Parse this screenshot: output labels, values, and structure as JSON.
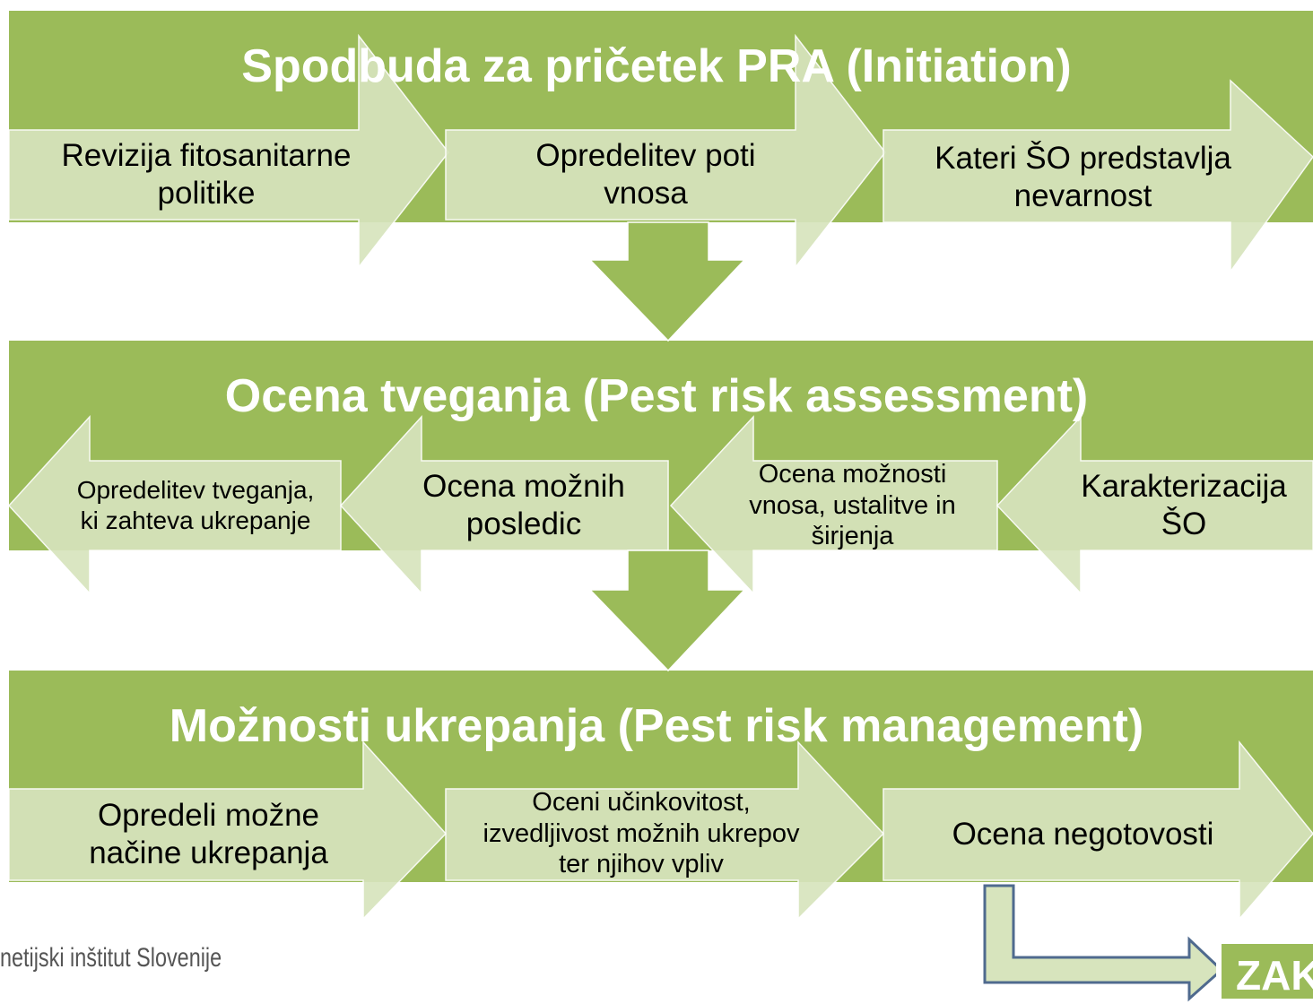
{
  "stages": [
    {
      "title": "Spodbuda za pričetek PRA (Initiation)",
      "steps": [
        "Revizija fitosanitarne politike",
        "Opredelitev poti vnosa",
        "Kateri ŠO predstavlja nevarnost"
      ]
    },
    {
      "title": "Ocena tveganja (Pest risk assessment)",
      "steps": [
        "Opredelitev tveganja, ki zahteva ukrepanje",
        "Ocena možnih posledic",
        "Ocena možnosti vnosa, ustalitve in širjenja",
        "Karakterizacija ŠO"
      ]
    },
    {
      "title": "Možnosti ukrepanja (Pest risk management)",
      "steps": [
        "Opredeli možne načine ukrepanja",
        "Oceni učinkovitost, izvedljivost možnih ukrepov ter njihov vpliv",
        "Ocena negotovosti"
      ]
    }
  ],
  "footer": {
    "institute": "netijski inštitut Slovenije"
  },
  "conclusion_label": "ZAK",
  "colors": {
    "band": "#9bbb59",
    "chevron_fill": "#d7e4bd",
    "chevron_stroke": "#ffffff",
    "connector_fill": "#d7e4bd",
    "connector_stroke": "#4f6a8e"
  }
}
